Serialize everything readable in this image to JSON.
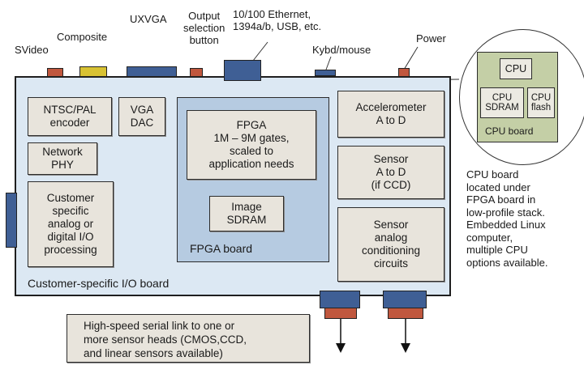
{
  "top_labels": {
    "svideo": "SVideo",
    "composite": "Composite",
    "uxvga": "UXVGA",
    "output_selection": "Output\nselection\nbutton",
    "ethernet": "10/100 Ethernet,\n1394a/b, USB, etc.",
    "kybd": "Kybd/mouse",
    "power": "Power"
  },
  "blocks": {
    "ntsc": "NTSC/PAL\nencoder",
    "vga": "VGA\nDAC",
    "network": "Network\nPHY",
    "customer": "Customer\nspecific\nanalog or\ndigital I/O\nprocessing",
    "fpga": "FPGA\n1M – 9M gates,\nscaled to\napplication needs",
    "sdram": "Image\nSDRAM",
    "fpga_board": "FPGA board",
    "accel": "Accelerometer\nA to D",
    "sensor_ad": "Sensor\nA to D\n(if CCD)",
    "sensor_analog": "Sensor\nanalog\nconditioning\ncircuits",
    "io_board": "Customer-specific I/O board"
  },
  "cpu_inset": {
    "cpu": "CPU",
    "cpu_sdram": "CPU\nSDRAM",
    "cpu_flash": "CPU\nflash",
    "cpu_board": "CPU board"
  },
  "side_note": [
    "CPU board",
    "located under",
    "FPGA board in",
    "low-profile stack.",
    "Embedded Linux",
    "computer,",
    "multiple CPU",
    "options available."
  ],
  "bottom_note": [
    "High-speed serial link to one or",
    "more sensor heads (CMOS,CCD,",
    "and linear sensors available)"
  ],
  "colors": {
    "board_fill": "#dce8f3",
    "fpga_board_fill": "#b6cbe1",
    "block_fill": "#e8e4dc",
    "cpu_board_fill": "#c4cfa6",
    "connector_blue": "#3f5f95",
    "connector_red": "#c0573e",
    "connector_yellow": "#d8c233"
  }
}
